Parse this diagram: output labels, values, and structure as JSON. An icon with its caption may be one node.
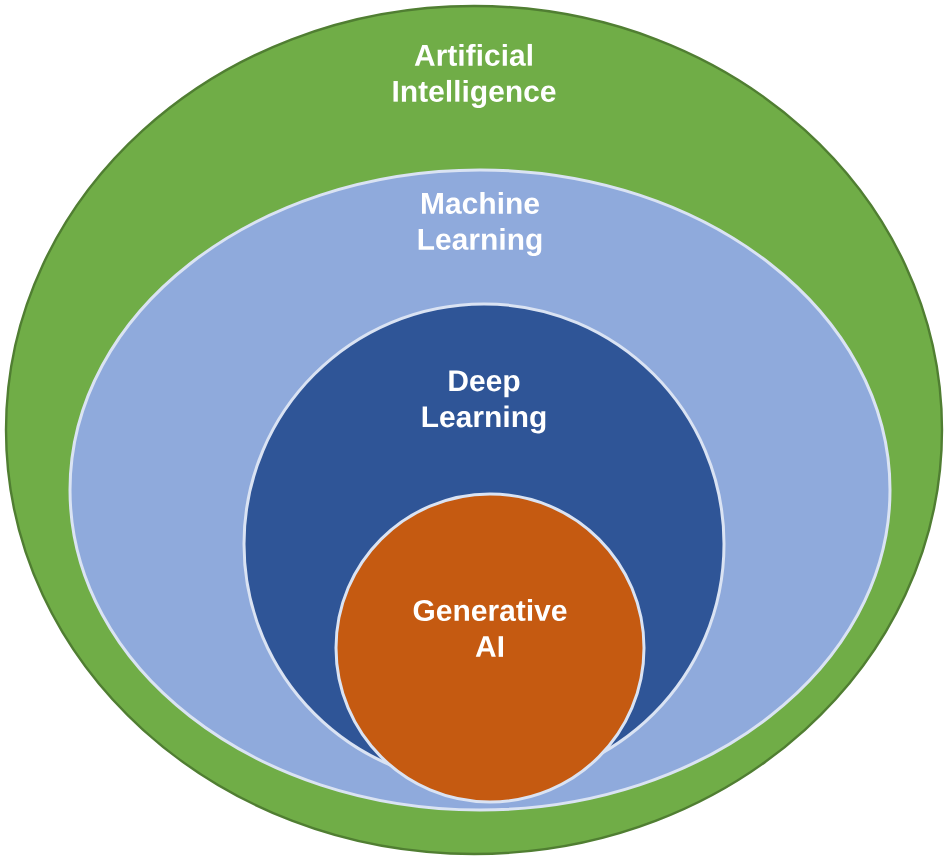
{
  "diagram": {
    "nodes": [
      {
        "text": [
          "Artificial Intelligence"
        ]
      },
      {
        "text": [
          "Machine Learning"
        ],
        "in": 0
      },
      {
        "text": [
          "Deep Learning"
        ],
        "in": 1
      },
      {
        "text": [
          "Generative AI"
        ],
        "in": 2
      }
    ]
  }
}
